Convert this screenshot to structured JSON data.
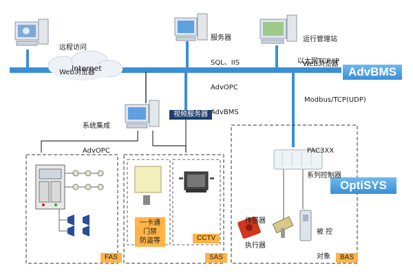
{
  "network": {
    "internet_label": "Internet",
    "ethernet_label": "以太网TCP/IP",
    "advbms_banner": "AdvBMS",
    "modbus_label": "Modbus/TCP(UDP)",
    "optisys_banner": "OptiSYS"
  },
  "stations": {
    "remote": [
      "远程访问",
      "Web浏览器"
    ],
    "server": [
      "服务器",
      "SQL、IIS",
      "AdvOPC",
      "AdvBMS"
    ],
    "ops": [
      "运行管理站",
      "Web浏览器"
    ],
    "integration": [
      "系统集成",
      "AdvOPC"
    ]
  },
  "video_server_label": "视频服务器",
  "controller": [
    "PAC3XX",
    "系列控制器"
  ],
  "sensor_label": [
    "传感器",
    "执行器"
  ],
  "controlled_label": [
    "被 控",
    "对象"
  ],
  "access_label": [
    "一卡通",
    "门禁",
    "防盗等"
  ],
  "cctv_label": "CCTV",
  "subsystems": {
    "fas": "FAS",
    "sas": "SAS",
    "bas": "BAS"
  },
  "colors": {
    "bus": "#3b8fd6",
    "banner": "#4aa3e8",
    "tag": "#ffb347",
    "cloud": "#eef2f8"
  }
}
